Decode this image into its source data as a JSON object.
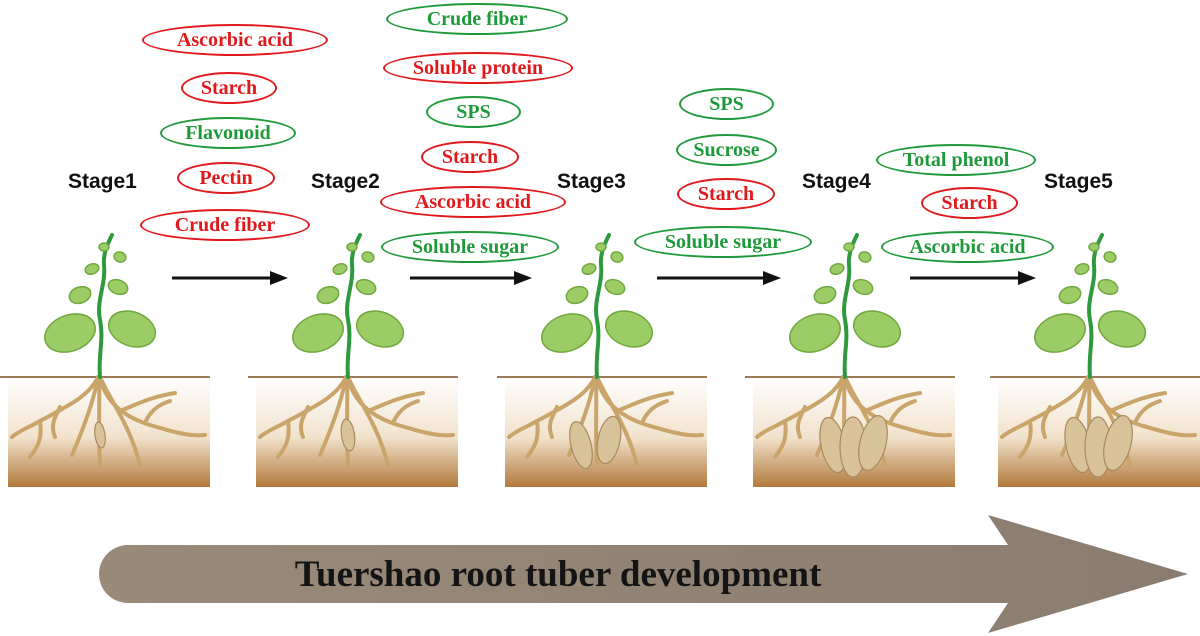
{
  "colors": {
    "increase": "#e0191d",
    "decrease": "#1f9a3b",
    "main_arrow": "#8f8375",
    "soil_top": "#ffffff",
    "soil_bottom": "#b27a3b",
    "root": "#c9a46b",
    "stem": "#2e9a3e",
    "leaf": "#9ccc65",
    "tuber": "#d8c29a"
  },
  "legend_meaning": {},
  "stages": [
    {
      "label": "Stage1",
      "tubers": 1,
      "markers": [
        {
          "text": "Ascorbic acid",
          "trend": "increase"
        },
        {
          "text": "Starch",
          "trend": "increase"
        },
        {
          "text": "Flavonoid",
          "trend": "decrease"
        },
        {
          "text": "Pectin",
          "trend": "increase"
        },
        {
          "text": "Crude fiber",
          "trend": "increase"
        }
      ]
    },
    {
      "label": "Stage2",
      "tubers": 1,
      "markers": [
        {
          "text": "Crude fiber",
          "trend": "decrease"
        },
        {
          "text": "Soluble protein",
          "trend": "increase"
        },
        {
          "text": "SPS",
          "trend": "decrease"
        },
        {
          "text": "Starch",
          "trend": "increase"
        },
        {
          "text": "Ascorbic acid",
          "trend": "increase"
        },
        {
          "text": "Soluble sugar",
          "trend": "decrease"
        }
      ]
    },
    {
      "label": "Stage3",
      "tubers": 2,
      "markers": [
        {
          "text": "SPS",
          "trend": "decrease"
        },
        {
          "text": "Sucrose",
          "trend": "decrease"
        },
        {
          "text": "Starch",
          "trend": "increase"
        },
        {
          "text": "Soluble sugar",
          "trend": "decrease"
        }
      ]
    },
    {
      "label": "Stage4",
      "tubers": 3,
      "markers": [
        {
          "text": "Total phenol",
          "trend": "decrease"
        },
        {
          "text": "Starch",
          "trend": "increase"
        },
        {
          "text": "Ascorbic acid",
          "trend": "decrease"
        }
      ]
    },
    {
      "label": "Stage5",
      "tubers": 3,
      "markers": []
    }
  ],
  "main_arrow_label": "Tuershao root tuber development"
}
